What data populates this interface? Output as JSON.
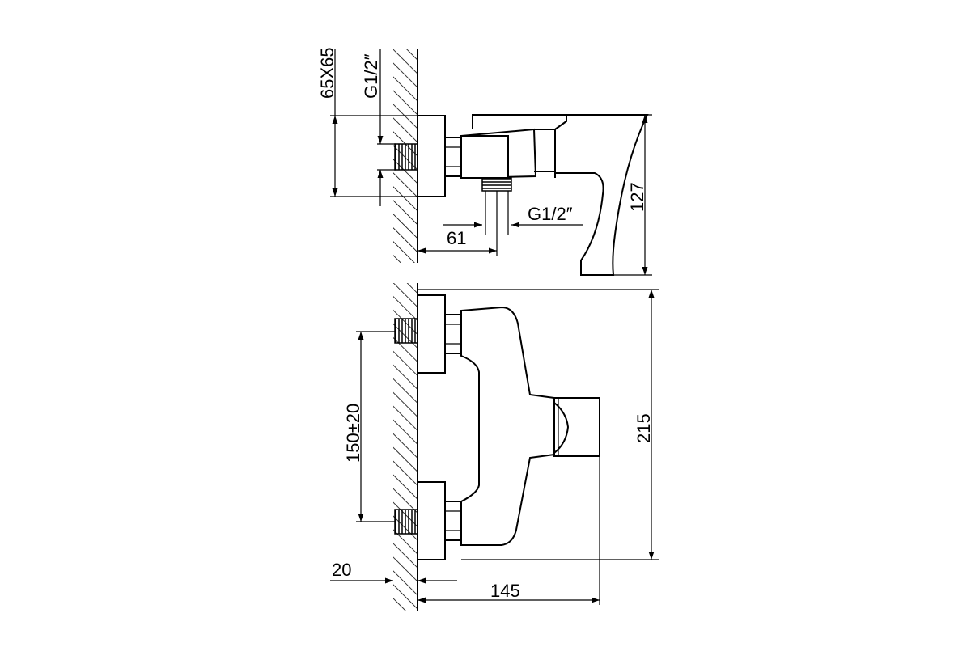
{
  "colors": {
    "line": "#000000",
    "background": "#ffffff"
  },
  "top_view": {
    "dim_flange": "65X65",
    "dim_thread_inlet": "G1/2″",
    "dim_thread_outlet": "G1/2″",
    "dim_outlet_offset": "61",
    "dim_height": "127"
  },
  "front_view": {
    "dim_inlet_spacing": "150±20",
    "dim_height": "215",
    "dim_wall_gap": "20",
    "dim_depth": "145"
  }
}
